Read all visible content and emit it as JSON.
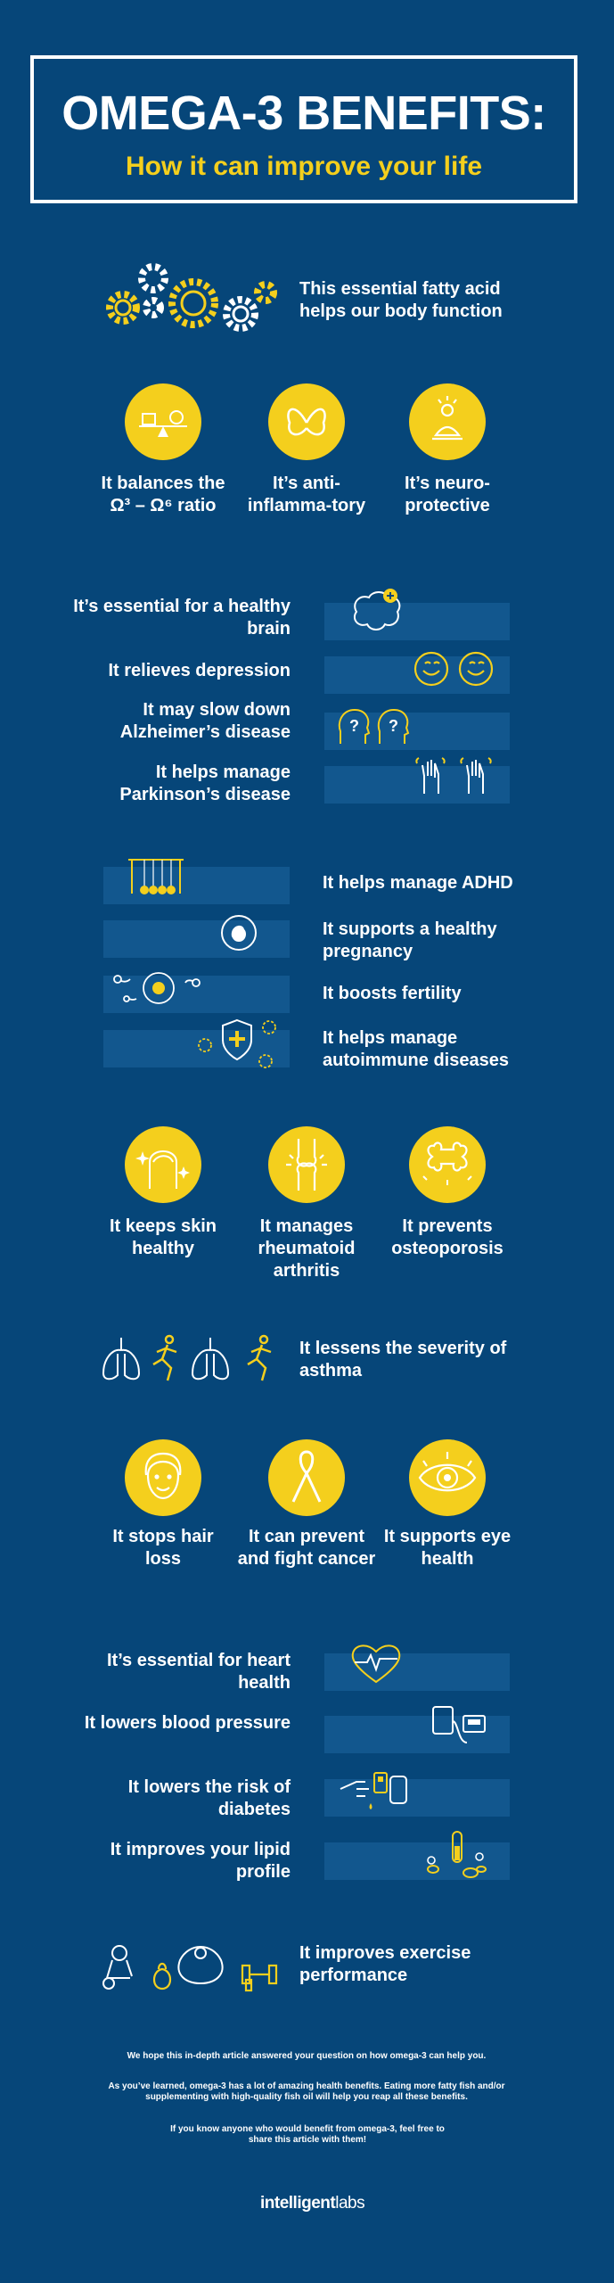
{
  "header": {
    "title": "OMEGA-3 BENEFITS:",
    "subtitle": "How it can improve your life"
  },
  "colors": {
    "background": "#064679",
    "accent": "#f4cf1d",
    "bar": "#12578e",
    "text": "#ffffff"
  },
  "intro": {
    "text": "This essential fatty acid helps our body function",
    "icon": "gears-icon"
  },
  "row1": [
    {
      "label": "It balances the Ω³ – Ω⁶ ratio",
      "icon": "balance-icon"
    },
    {
      "label": "It’s anti-inflamma-tory",
      "icon": "butterfly-icon"
    },
    {
      "label": "It’s neuro-protective",
      "icon": "meditation-icon"
    }
  ],
  "brain_list": [
    {
      "label": "It’s essential for a healthy brain",
      "icon": "brain-icon"
    },
    {
      "label": "It relieves depression",
      "icon": "smiley-icon"
    },
    {
      "label": "It may slow down Alzheimer’s disease",
      "icon": "question-head-icon"
    },
    {
      "label": "It helps manage Parkinson’s disease",
      "icon": "shaking-hands-icon"
    }
  ],
  "body_list": [
    {
      "label": "It helps manage ADHD",
      "icon": "newtons-cradle-icon"
    },
    {
      "label": "It supports a healthy pregnancy",
      "icon": "fetus-icon"
    },
    {
      "label": "It boosts fertility",
      "icon": "sperm-egg-icon"
    },
    {
      "label": "It helps manage autoimmune diseases",
      "icon": "shield-virus-icon"
    }
  ],
  "row2": [
    {
      "label": "It keeps skin healthy",
      "icon": "face-icon"
    },
    {
      "label": "It manages rheumatoid arthritis",
      "icon": "joint-icon"
    },
    {
      "label": "It prevents osteoporosis",
      "icon": "bone-icon"
    }
  ],
  "asthma": {
    "text": "It lessens the severity of asthma",
    "icon": "lungs-runner-icon"
  },
  "row3": [
    {
      "label": "It stops hair loss",
      "icon": "hair-icon"
    },
    {
      "label": "It can prevent and fight cancer",
      "icon": "ribbon-icon"
    },
    {
      "label": "It supports eye health",
      "icon": "eye-icon"
    }
  ],
  "heart_list": [
    {
      "label": "It’s essential for heart health",
      "icon": "heart-icon"
    },
    {
      "label": "It lowers blood pressure",
      "icon": "blood-pressure-icon"
    },
    {
      "label": "It lowers the risk of diabetes",
      "icon": "glucose-meter-icon"
    },
    {
      "label": "It improves your lipid profile",
      "icon": "lipid-tube-icon"
    }
  ],
  "exercise": {
    "text": "It improves exercise performance",
    "icon": "fitness-icon"
  },
  "footer": {
    "p1": "We hope this in-depth article answered your question on how omega-3 can help you.",
    "p2": "As you’ve learned, omega-3 has a lot of amazing health benefits. Eating more fatty fish and/or supplementing with high-quality fish oil will help you reap all these benefits.",
    "p3": "If you know anyone who would benefit from omega-3, feel free to share this article with them!",
    "brand_bold": "intelligent",
    "brand_light": "labs"
  }
}
